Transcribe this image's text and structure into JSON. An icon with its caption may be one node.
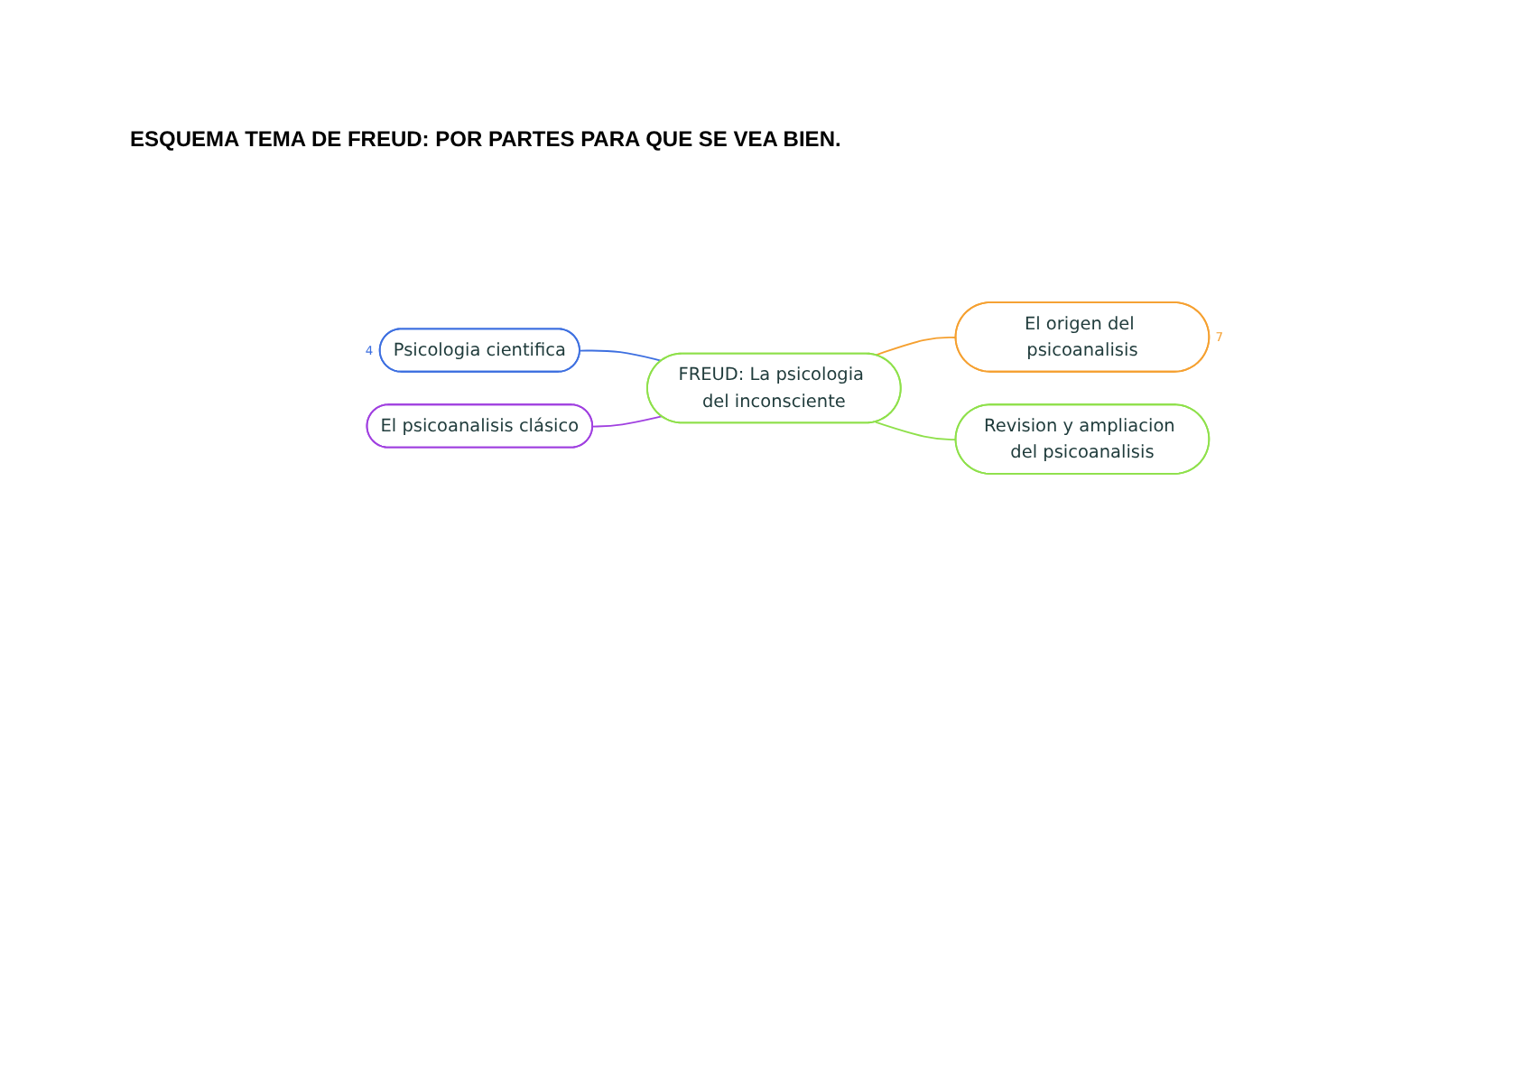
{
  "diagram": {
    "title": "ESQUEMA TEMA DE FREUD: POR PARTES PARA QUE SE VEA BIEN.",
    "nodes": [
      {
        "text": [
          "FREUD: La psicologia del inconsciente"
        ]
      },
      {
        "text": [
          "Psicologia cientifica"
        ],
        "beside": [
          "4"
        ]
      },
      {
        "text": [
          "El origen del psicoanalisis"
        ],
        "beside": [
          "7"
        ]
      },
      {
        "text": [
          "Revision y ampliacion del psicoanalisis"
        ]
      },
      {
        "text": [
          "El psicoanalisis clásico"
        ]
      }
    ],
    "edges": [
      {
        "from": 0,
        "to": 1,
        "arrow": "none",
        "color": "#3d6fe0"
      },
      {
        "from": 0,
        "to": 2,
        "arrow": "none",
        "color": "#f5a030"
      },
      {
        "from": 0,
        "to": 3,
        "arrow": "none",
        "color": "#8ee04a"
      },
      {
        "from": 0,
        "to": 4,
        "arrow": "none",
        "color": "#a040e0"
      }
    ]
  }
}
